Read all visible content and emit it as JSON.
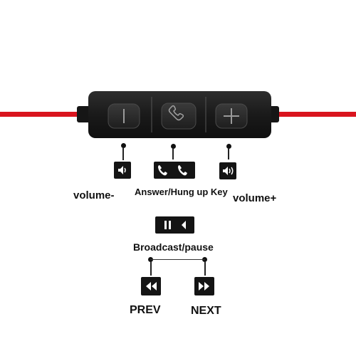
{
  "labels": {
    "volume_down": "volume-",
    "answer": "Answer/Hung up Key",
    "volume_up": "volume+",
    "broadcast": "Broadcast/pause",
    "prev": "PREV",
    "next": "NEXT"
  },
  "colors": {
    "cable": "#d9141e",
    "remote_body": "#1b1b1b",
    "icon_bg": "#141414"
  }
}
